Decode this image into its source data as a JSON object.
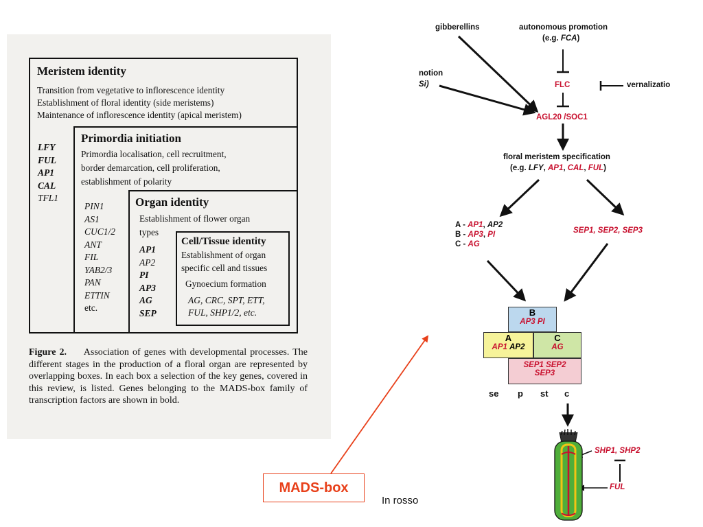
{
  "left": {
    "meristem": {
      "title": "Meristem identity",
      "lines": [
        "Transition from vegetative to inflorescence identity",
        "Establishment of floral identity (side meristems)",
        "Maintenance of inflorescence identity (apical meristem)"
      ],
      "genes": [
        "LFY",
        "FUL",
        "AP1",
        "CAL",
        "TFL1"
      ]
    },
    "primordia": {
      "title": "Primordia initiation",
      "lines": [
        "Primordia localisation, cell recruitment,",
        "border demarcation, cell proliferation,",
        "establishment of polarity"
      ],
      "genes": [
        "PIN1",
        "AS1",
        "CUC1/2",
        "ANT",
        "FIL",
        "YAB2/3",
        "PAN",
        "ETTIN",
        "etc."
      ]
    },
    "organ": {
      "title": "Organ identity",
      "lines": [
        "Establishment of flower organ",
        "types"
      ],
      "genes": [
        "AP1",
        "AP2",
        "PI",
        "AP3",
        "AG",
        "SEP"
      ]
    },
    "cell": {
      "title": "Cell/Tissue identity",
      "lines": [
        "Establishment of organ",
        "specific cell and tissues"
      ],
      "sub": "Gynoecium formation",
      "genes1": "AG, CRC, SPT, ETT,",
      "genes2": "FUL, SHP1/2, etc."
    },
    "caption": {
      "label": "Figure 2.",
      "text": "Association of genes with developmental processes. The different stages in the production of a floral organ are represented by overlapping boxes. In each box a selection of the key genes, covered in this review, is listed. Genes belonging to the MADS-box family of transcription factors are shown in bold."
    }
  },
  "right": {
    "gibberellins": "gibberellins",
    "autonomous": "autonomous promotion",
    "autonomous_eg": "(e.g. ",
    "autonomous_gene": "FCA",
    "autonomous_close": ")",
    "photo1": "notion",
    "photo2": "Si)",
    "flc": "FLC",
    "vernalization": "vernalizatio",
    "agl": "AGL20 /SOC1",
    "spec": "floral meristem specification",
    "spec_eg": "(e.g. ",
    "spec_lfy": "LFY",
    "spec_ap1": "AP1",
    "spec_cal": "CAL",
    "spec_ful": "FUL",
    "spec_close": ")",
    "a_line": [
      "A - ",
      "AP1",
      ", ",
      "AP2"
    ],
    "b_line": [
      "B - ",
      "AP3",
      ", ",
      "PI"
    ],
    "c_line": [
      "C - ",
      "AG"
    ],
    "sep_list": "SEP1, SEP2, SEP3",
    "abc": {
      "b_label": "B",
      "b_genes": "AP3  PI",
      "a_label": "A",
      "a_ap1": "AP1",
      "a_ap2": "AP2",
      "c_label": "C",
      "c_gene": "AG",
      "sep_line1": "SEP1   SEP2",
      "sep_line2": "SEP3"
    },
    "whorls": [
      "se",
      "p",
      "st",
      "c"
    ],
    "shp": "SHP1, SHP2",
    "ful": "FUL"
  },
  "callout": {
    "mads": "MADS-box",
    "in_rosso": "In rosso"
  },
  "colors": {
    "red": "#c8102e",
    "callout_red": "#e8401a",
    "b_box": "#bcd8ee",
    "a_box": "#f6f39a",
    "c_box": "#cfe6a6",
    "sep_box": "#f4cdd3",
    "pistil_green": "#4fae3a",
    "pistil_yellow": "#f3c414"
  }
}
